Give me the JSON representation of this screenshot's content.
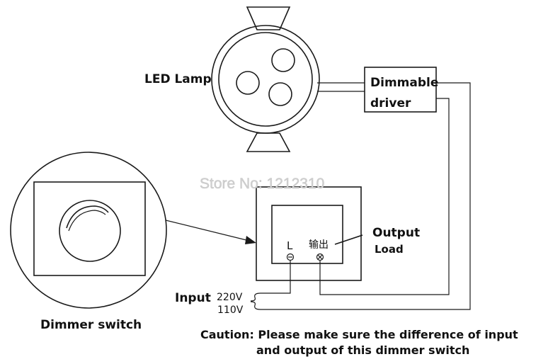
{
  "lamp": {
    "label": "LED Lamp"
  },
  "driver": {
    "line1": "Dimmable",
    "line2": "driver"
  },
  "watermark": "Store No: 1212310",
  "switch_panel": {
    "terminal_left": "L",
    "terminal_right": "输出",
    "output_label": "Output",
    "load_label": "Load"
  },
  "input": {
    "label": "Input",
    "v220": "220V",
    "v110": "110V"
  },
  "dimmer": {
    "label": "Dimmer switch"
  },
  "caution": {
    "line1": "Caution: Please make sure the difference of input",
    "line2": "and output of this dimmer switch"
  }
}
